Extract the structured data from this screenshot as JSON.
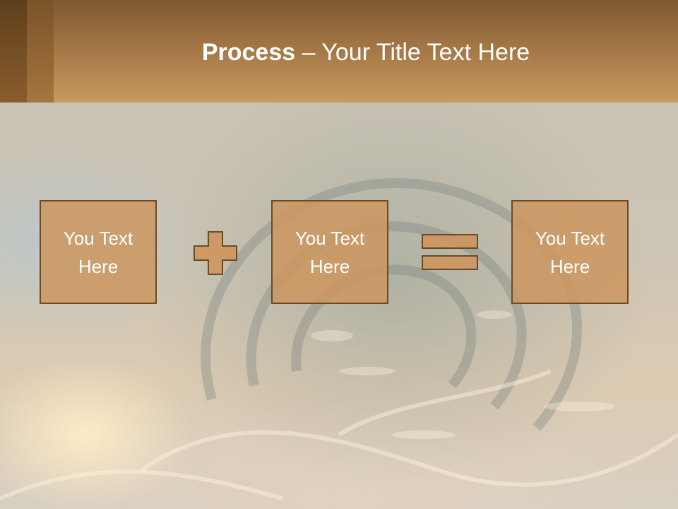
{
  "title": {
    "bold": "Process",
    "rest": " – Your Title Text Here"
  },
  "boxes": [
    {
      "text": "You Text Here"
    },
    {
      "text": "You Text Here"
    },
    {
      "text": "You Text Here"
    }
  ],
  "operators": {
    "plus": "plus-symbol",
    "equals": "equals-symbol"
  },
  "colors": {
    "title_bar": "#b3864f",
    "box_fill": "#cd965f",
    "box_border": "#6b4b26"
  }
}
